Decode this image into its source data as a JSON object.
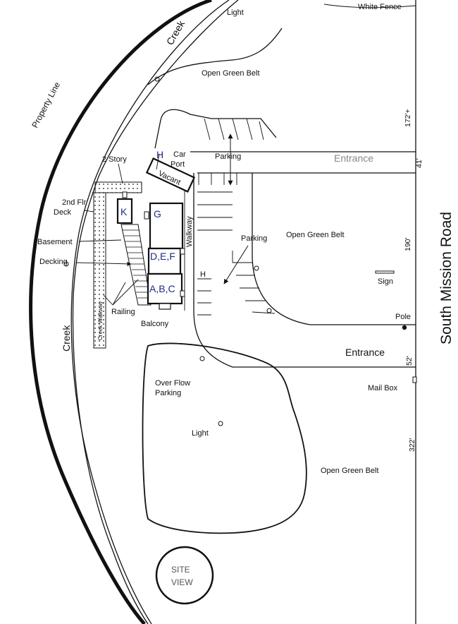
{
  "map": {
    "road": "South Mission Road",
    "creek": "Creek",
    "property_line": "Property Line",
    "white_fence": "White Fence",
    "light": "Light",
    "open_green_belt": "Open Green Belt",
    "entrance_top": "Entrance",
    "entrance_bottom": "Entrance",
    "parking": "Parking",
    "car_port_h": "H",
    "car_port": "Car\nPort",
    "vacant": "Vacant",
    "two_story": "2 Story",
    "second_floor_deck": "2nd Flr\nDeck",
    "basement": "Basement",
    "decking": "Decking",
    "creek_walkway": "Creek Walkway",
    "railing": "Railing",
    "balcony": "Balcony",
    "walkway": "Walkway",
    "handicap": "H",
    "sign": "Sign",
    "pole": "Pole",
    "mail_box": "Mail Box",
    "overflow_parking": "Over Flow\nParking",
    "site_view": "SITE\nVIEW",
    "units": {
      "k": "K",
      "g": "G",
      "def": "D,E,F",
      "abc": "A,B,C"
    },
    "dimensions": {
      "d1": "172'+",
      "d2": "41'",
      "d3": "190'",
      "d4": "52'",
      "d5": "322'"
    }
  }
}
